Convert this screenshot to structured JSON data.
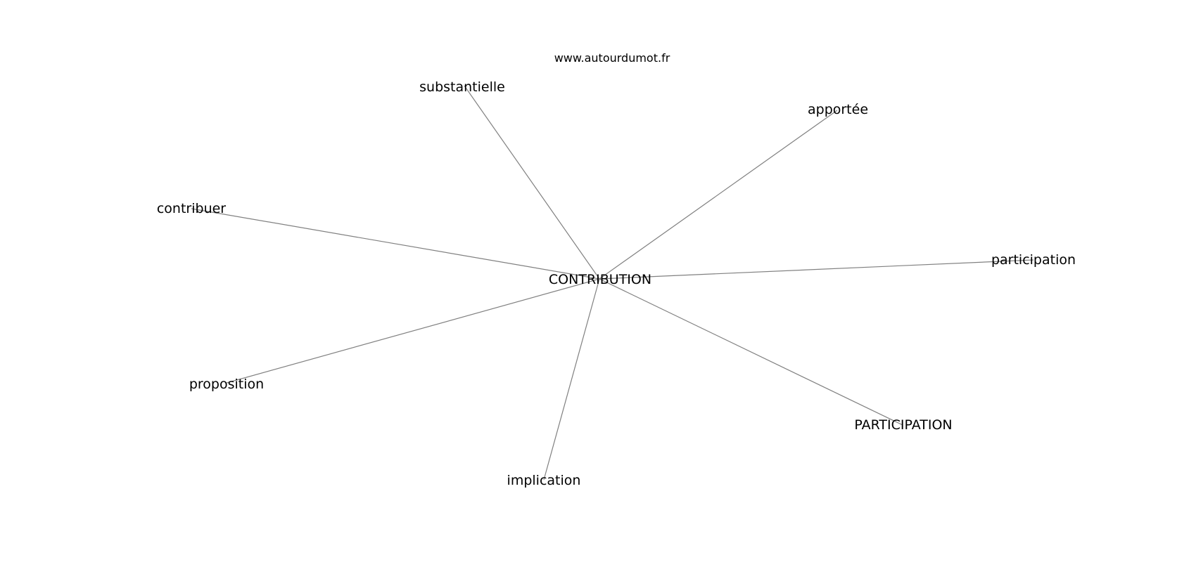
{
  "site": "www.autourdumot.fr",
  "center": "CONTRIBUTION",
  "neighbors": [
    "substantielle",
    "apportée",
    "contribuer",
    "participation",
    "proposition",
    "PARTICIPATION",
    "implication"
  ],
  "colors": {
    "edge": "#808080",
    "text": "#000000",
    "background": "#ffffff"
  }
}
